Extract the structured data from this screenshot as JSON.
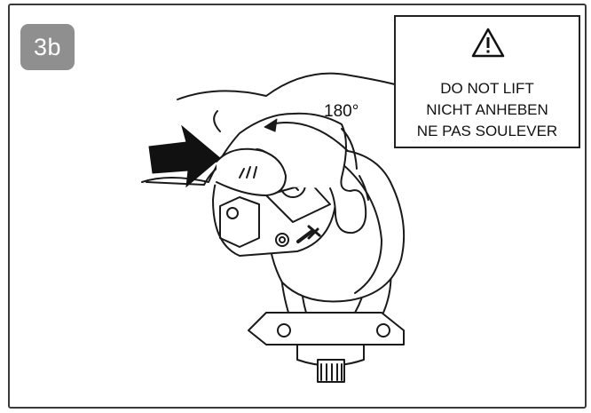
{
  "step": {
    "label": "3b"
  },
  "warning": {
    "icon": "warning-triangle-icon",
    "lines": [
      "DO NOT LIFT",
      "NICHT ANHEBEN",
      "NE PAS SOULEVER"
    ]
  },
  "rotation": {
    "label": "180°"
  },
  "colors": {
    "badge": "#8f8f8f",
    "ink": "#111111"
  }
}
